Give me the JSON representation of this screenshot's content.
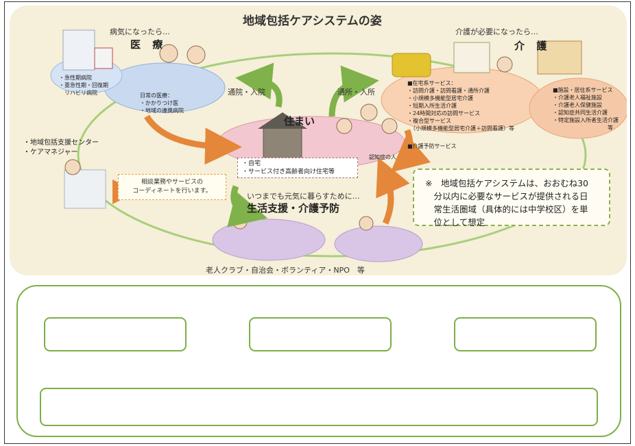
{
  "title": "地域包括ケアシステムの姿",
  "medical": {
    "heading": "医 療",
    "caption": "病気になったら…",
    "hospitals": "・急性期病院\n・亜急性期・回復期\n　リハビリ病院",
    "daily_care": "日常の医療：\n・かかりつけ医\n・地域の連携病院"
  },
  "care": {
    "heading": "介 護",
    "caption": "介護が必要になったら…",
    "home_services": "■在宅系サービス：\n・訪問介護・訪問看護・通所介護\n・小規模多機能型居宅介護\n・短期入所生活介護\n・24時間対応の訪問サービス\n・複合型サービス\n　（小規模多機能型居宅介護＋訪問看護）等",
    "prevention": "■介護予防サービス",
    "facility_services": "■施設・居住系サービス\n・介護老人福祉施設\n・介護老人保健施設\n・認知症共同生活介護\n・特定施設入所者生活介護\n　　　　　　　　　　等"
  },
  "home": {
    "heading": "住まい",
    "items": "・自宅\n・サービス付き高齢者向け住宅等",
    "dementia_label": "認知症の人"
  },
  "arrows": {
    "visit_hospital": "通院・入院",
    "day_service": "通所・入所"
  },
  "support": {
    "items": "・地域包括支援センター\n・ケアマネジャー",
    "coordinate": "相談業務やサービスの\nコーディネートを行います。"
  },
  "living": {
    "caption": "いつまでも元気に暮らすために…",
    "heading": "生活支援・介護予防",
    "groups": "老人クラブ・自治会・ボランティア・NPO　等"
  },
  "note": "※　地域包括ケアシステムは、おおむね30\n　分以内に必要なサービスが提供される日\n　常生活圏域（具体的には中学校区）を単\n　位として想定",
  "colors": {
    "panel_bg": "#f6efd9",
    "green_border": "#7dae47",
    "orange_arrow": "#e4873a",
    "green_arrow": "#7fb24a",
    "medical_blob": "#c9daf0",
    "care_blob": "#f5c9a8",
    "home_blob": "#f3c7cf",
    "living_blob": "#d9c5e6"
  }
}
